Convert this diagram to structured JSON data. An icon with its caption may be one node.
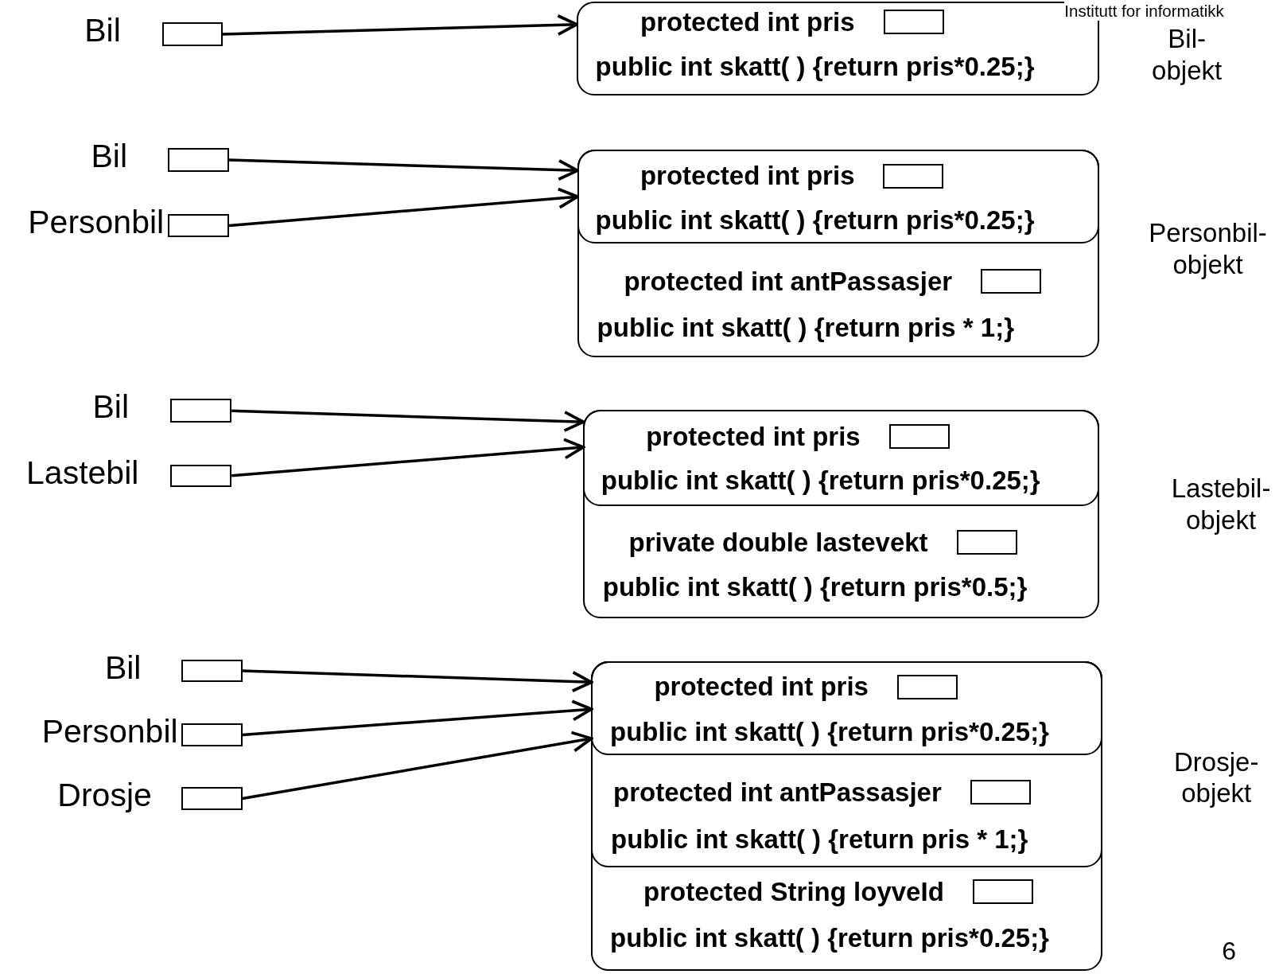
{
  "diagram": {
    "nodes": [
      {
        "text": [],
        "shape": "box",
        "beside": [
          "Bil"
        ]
      },
      {
        "text": [
          "protected int pris",
          "public int skatt( ) {return pris*0.25;}"
        ],
        "beside": [
          "Bil- objekt"
        ]
      },
      {
        "text": [],
        "shape": "box",
        "in": 1
      },
      {
        "text": [],
        "shape": "box",
        "beside": [
          "Bil"
        ]
      },
      {
        "text": [],
        "shape": "box",
        "beside": [
          "Personbil"
        ]
      },
      {
        "text": [
          "protected int antPassasjer",
          "public int skatt( ) {return pris * 1;}"
        ],
        "beside": [
          "Personbil- objekt"
        ]
      },
      {
        "text": [
          "protected int pris",
          "public int skatt( ) {return pris*0.25;}"
        ],
        "in": 5
      },
      {
        "text": [],
        "shape": "box",
        "in": 6
      },
      {
        "text": [],
        "shape": "box",
        "in": 5
      },
      {
        "text": [],
        "shape": "box",
        "beside": [
          "Bil"
        ]
      },
      {
        "text": [],
        "shape": "box",
        "beside": [
          "Lastebil"
        ]
      },
      {
        "text": [
          "private double lastevekt",
          "public int skatt( ) {return pris*0.5;}"
        ],
        "beside": [
          "Lastebil- objekt"
        ]
      },
      {
        "text": [
          "protected int pris",
          "public int skatt( ) {return pris*0.25;}"
        ],
        "in": 11
      },
      {
        "text": [],
        "shape": "box",
        "in": 12
      },
      {
        "text": [],
        "shape": "box",
        "in": 11
      },
      {
        "text": [],
        "shape": "box",
        "beside": [
          "Bil"
        ]
      },
      {
        "text": [],
        "shape": "box",
        "beside": [
          "Personbil"
        ]
      },
      {
        "text": [],
        "shape": "box",
        "beside": [
          "Drosje"
        ]
      },
      {
        "text": [
          "protected String loyveId",
          "public int skatt( ) {return pris*0.25;}"
        ],
        "beside": [
          "Drosje- objekt"
        ]
      },
      {
        "text": [
          "protected int antPassasjer",
          "public int skatt( ) {return pris * 1;}"
        ],
        "in": 18
      },
      {
        "text": [
          "protected int pris",
          "public int skatt( ) {return pris*0.25;}"
        ],
        "in": 19
      },
      {
        "text": [],
        "shape": "box",
        "in": 20
      },
      {
        "text": [],
        "shape": "box",
        "in": 19
      },
      {
        "text": [],
        "shape": "box",
        "in": 18
      }
    ],
    "edges": [
      {
        "from": 0,
        "to": 1,
        "arrow": "to"
      },
      {
        "from": 3,
        "to": 6,
        "arrow": "to"
      },
      {
        "from": 4,
        "to": 5,
        "arrow": "to"
      },
      {
        "from": 9,
        "to": 12,
        "arrow": "to"
      },
      {
        "from": 10,
        "to": 11,
        "arrow": "to"
      },
      {
        "from": 15,
        "to": 20,
        "arrow": "to"
      },
      {
        "from": 16,
        "to": 19,
        "arrow": "to"
      },
      {
        "from": 17,
        "to": 18,
        "arrow": "to"
      }
    ],
    "labels": [
      "Institutt for informatikk",
      "6"
    ]
  }
}
